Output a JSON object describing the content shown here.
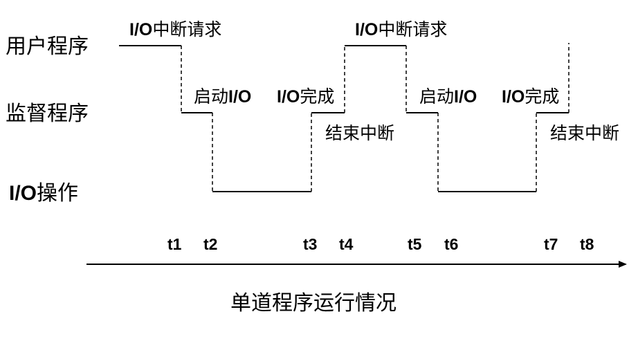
{
  "lanes": {
    "user": "用户程序",
    "supervisor": "监督程序",
    "io_prefix": "I/O",
    "io_suffix": "操作"
  },
  "events": {
    "io_request_1": {
      "io": "I/O",
      "text": "中断请求"
    },
    "start_io_1": {
      "text": "启动",
      "io": "I/O"
    },
    "io_done_1": {
      "io": "I/O",
      "text": "完成"
    },
    "end_interrupt_1": "结束中断",
    "io_request_2": {
      "io": "I/O",
      "text": "中断请求"
    },
    "start_io_2": {
      "text": "启动",
      "io": "I/O"
    },
    "io_done_2": {
      "io": "I/O",
      "text": "完成"
    },
    "end_interrupt_2": "结束中断"
  },
  "ticks": [
    "t1",
    "t2",
    "t3",
    "t4",
    "t5",
    "t6",
    "t7",
    "t8"
  ],
  "caption": "单道程序运行情况",
  "colors": {
    "line": "#000000",
    "background": "#ffffff"
  }
}
